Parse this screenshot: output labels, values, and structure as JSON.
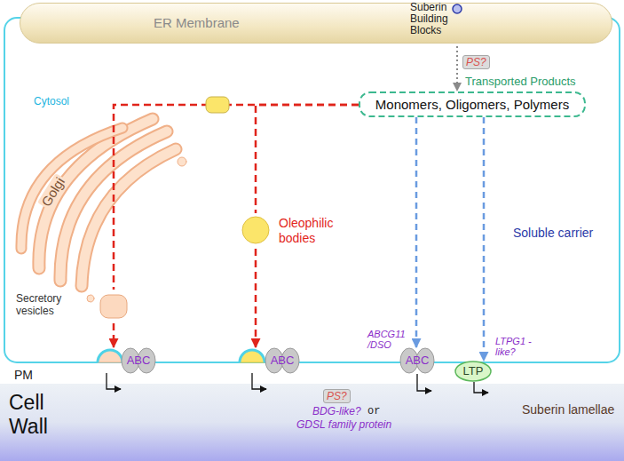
{
  "diagram": {
    "nodes": [
      {
        "text": [
          "ER Membrane"
        ]
      },
      {
        "text": [
          "Suberin Building Blocks"
        ]
      },
      {
        "text": [
          "Transported Products",
          "Monomers, Oligomers, Polymers"
        ]
      },
      {
        "text": [
          "Secretory vesicles"
        ]
      },
      {
        "text": [
          "Oleophilic bodies"
        ]
      },
      {
        "text": [
          "ABC"
        ]
      },
      {
        "text": [
          "ABC"
        ]
      },
      {
        "text": [
          "ABC"
        ]
      },
      {
        "text": [
          "LTP"
        ]
      }
    ],
    "edges": [
      {
        "from": 1,
        "to": 2,
        "arrow": "to",
        "label": "PS?"
      },
      {
        "from": 2,
        "to": 3,
        "arrow": "none"
      },
      {
        "from": 2,
        "to": 4,
        "arrow": "none"
      },
      {
        "from": 3,
        "to": 5,
        "arrow": "to"
      },
      {
        "from": 4,
        "to": 6,
        "arrow": "to"
      },
      {
        "from": 2,
        "to": 7,
        "arrow": "to"
      },
      {
        "from": 2,
        "to": 8,
        "arrow": "to"
      }
    ],
    "labels": [
      "Cytosol",
      "Golgi",
      "Soluble carrier",
      "ABCG11 /DSO",
      "LTPG1 -like?",
      "PM",
      "Cell Wall",
      "PS?",
      "BDG-like?",
      "or",
      "GDSL family protein",
      "Suberin lamellae"
    ]
  }
}
